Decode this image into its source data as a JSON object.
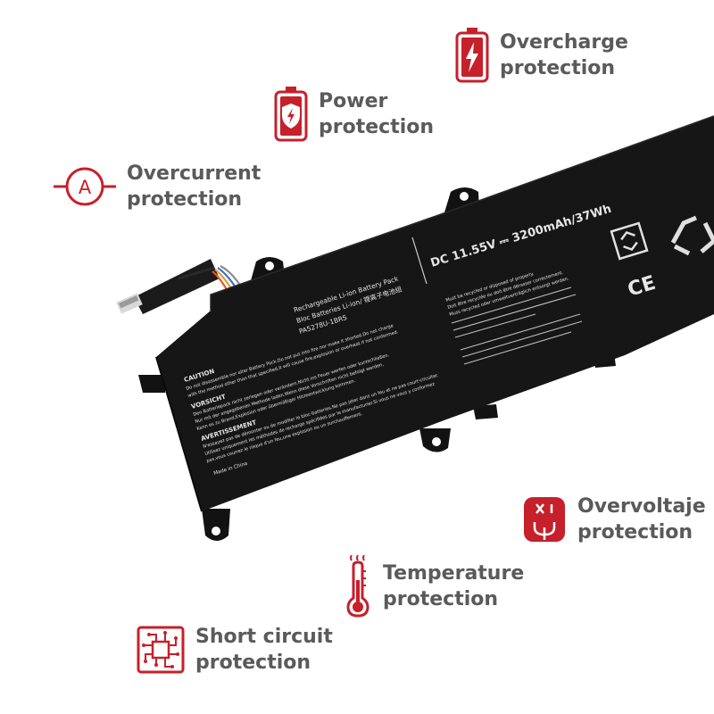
{
  "accent_color": "#c6202b",
  "label_color": "#5a5a5a",
  "features": {
    "overcharge": {
      "icon": "battery-bolt-icon",
      "line1": "Overcharge",
      "line2": "protection"
    },
    "power": {
      "icon": "battery-shield-icon",
      "line1": "Power",
      "line2": "protection"
    },
    "overcurrent": {
      "icon": "ammeter-icon",
      "line1": "Overcurrent",
      "line2": "protection"
    },
    "overvoltage": {
      "icon": "voltage-icon",
      "line1": "Overvoltaje",
      "line2": "protection"
    },
    "temperature": {
      "icon": "thermometer-icon",
      "line1": "Temperature",
      "line2": "protection"
    },
    "short_circuit": {
      "icon": "chip-circuit-icon",
      "line1": "Short circuit",
      "line2": "protection"
    }
  },
  "battery_label": {
    "rating": "DC 11.55V ⎓ 3200mAh/37Wh",
    "title_1": "Rechargeable Li-ion Battery Pack",
    "title_2": "Bloc Batteries Li-ion/ 锂离子电池组",
    "model": "PA5278U-1BRS",
    "caution_head": "CAUTION",
    "caution_1": "Do not disassemble nor alter Battery Pack.Do not put into fire nor make it shorted.Do not charge",
    "caution_2": "with the method other than that specified,it will cause fire,explosion or overheat if not conformed.",
    "vorsicht_head": "VORSICHT",
    "vorsicht_1": "Den Batteriepack nicht zerlegen oder verändern.Nicht ins Feuer werfen oder kurzschließen.",
    "vorsicht_2": "Nur mit der angegebenen Methode laden.Wenn diese Vorschriften nicht befolgt werden,",
    "vorsicht_3": "Kann es zu Brand,Explosion oder übermäßiger Hitzeentwicklung kommen.",
    "avert_head": "AVERTISSEMENT",
    "avert_1": "N'essayez pas de démonter ou de modifier le bloc-batteries.Ne pas jeter dans un feu et ne pas court-circuiter.",
    "avert_2": "Utilisez uniquement les méthodes de recharge spécifiées par le manufacturier.Si vous ne vous y conformez",
    "avert_3": "pas,vous courrez le risque d'un feu,une explosion ou un surchauffement.",
    "made_in": "Made in China",
    "recycle_1": "Must be recycled or disposed of properly.",
    "recycle_2": "Doit être recyclée ou doit être dérasser correctement.",
    "recycle_3": "Muss recycled oder umweltverträglich entsorgt werden.",
    "ce_mark": "CE"
  }
}
